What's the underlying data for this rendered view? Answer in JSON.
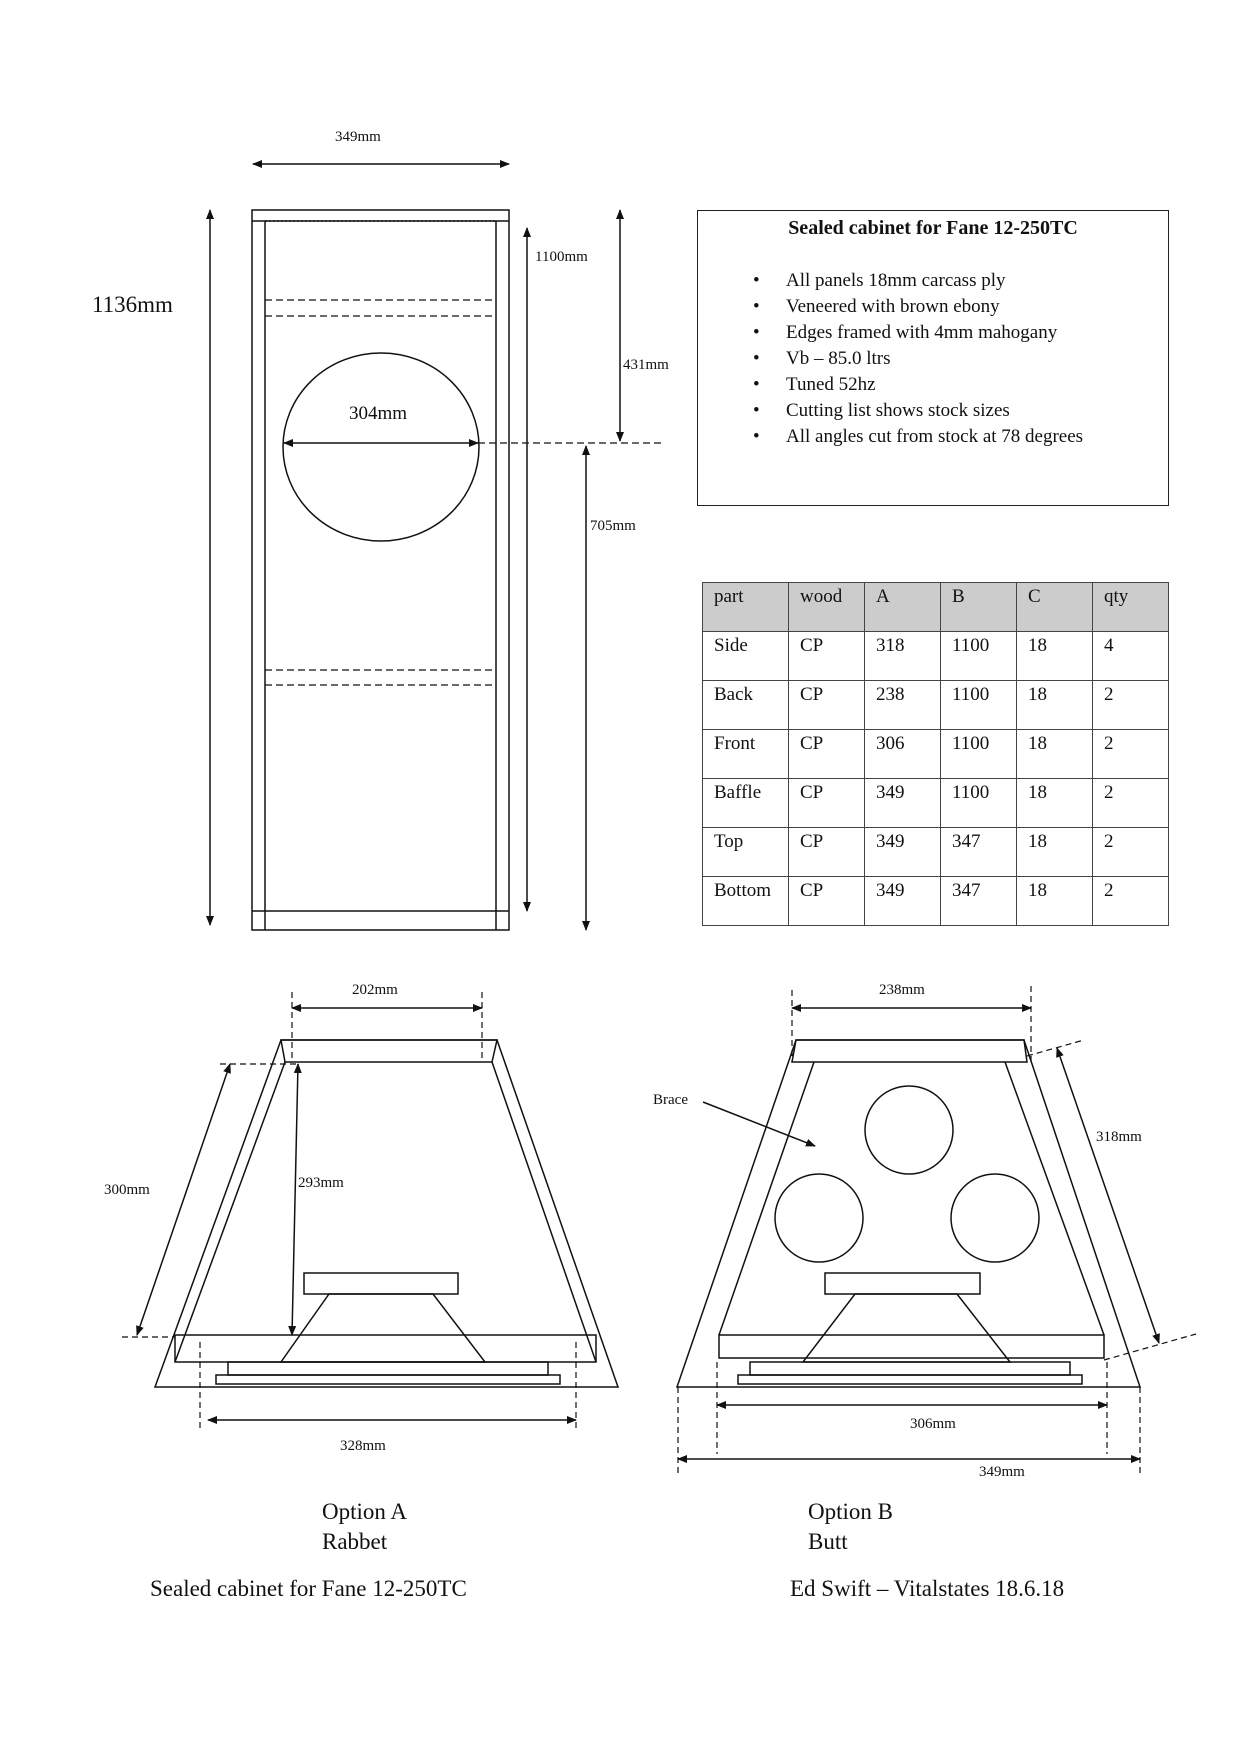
{
  "front_view": {
    "width_label": "349mm",
    "height_label": "1136mm",
    "inner_height_label": "1100mm",
    "driver_top_label": "431mm",
    "driver_bottom_label": "705mm",
    "driver_diameter_label": "304mm"
  },
  "notes": {
    "title": "Sealed cabinet for Fane 12-250TC",
    "items": [
      "All panels 18mm carcass ply",
      "Veneered with brown ebony",
      "Edges framed with 4mm mahogany",
      "Vb – 85.0 ltrs",
      "Tuned 52hz",
      "Cutting list shows stock sizes",
      "All angles cut from stock at 78 degrees"
    ]
  },
  "cutting_list": {
    "columns": [
      "part",
      "wood",
      "A",
      "B",
      "C",
      "qty"
    ],
    "rows": [
      [
        "Side",
        "CP",
        "318",
        "1100",
        "18",
        "4"
      ],
      [
        "Back",
        "CP",
        "238",
        "1100",
        "18",
        "2"
      ],
      [
        "Front",
        "CP",
        "306",
        "1100",
        "18",
        "2"
      ],
      [
        "Baffle",
        "CP",
        "349",
        "1100",
        "18",
        "2"
      ],
      [
        "Top",
        "CP",
        "349",
        "347",
        "18",
        "2"
      ],
      [
        "Bottom",
        "CP",
        "349",
        "347",
        "18",
        "2"
      ]
    ]
  },
  "option_a": {
    "top_width_label": "202mm",
    "side_label": "300mm",
    "depth_label": "293mm",
    "bottom_width_label": "328mm",
    "title": "Option A",
    "subtitle": "Rabbet"
  },
  "option_b": {
    "top_width_label": "238mm",
    "side_label": "318mm",
    "brace_label": "Brace",
    "inner_width_label": "306mm",
    "outer_width_label": "349mm",
    "title": "Option B",
    "subtitle": "Butt"
  },
  "footer": {
    "left": "Sealed cabinet for Fane 12-250TC",
    "right": "Ed Swift – Vitalstates 18.6.18"
  }
}
